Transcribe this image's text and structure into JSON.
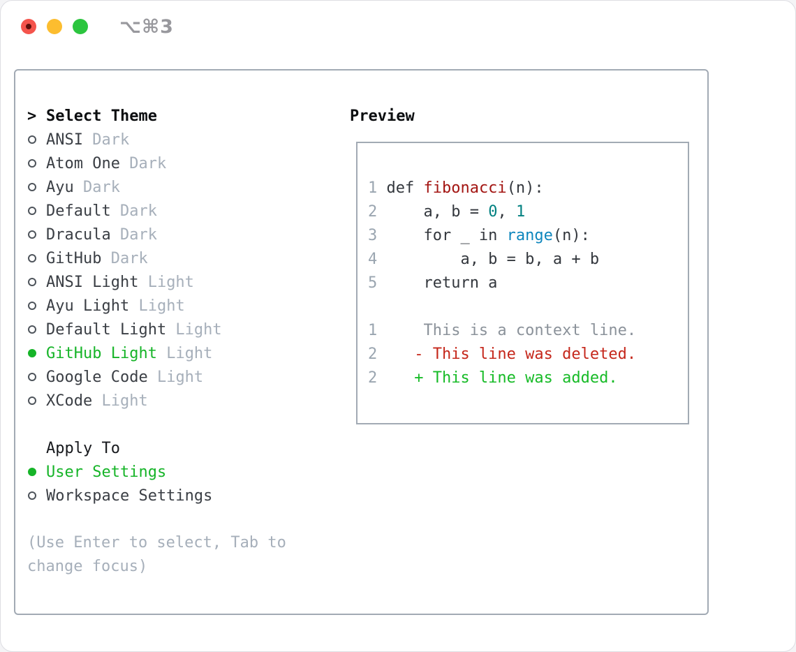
{
  "window": {
    "title": "⌥⌘3",
    "traffic_lights": {
      "close": "close-button",
      "minimize": "minimize-button",
      "zoom": "zoom-button"
    }
  },
  "theme_picker": {
    "cursor": ">",
    "title": "Select Theme",
    "items": [
      {
        "name": "ANSI",
        "variant": "Dark",
        "selected": false
      },
      {
        "name": "Atom One",
        "variant": "Dark",
        "selected": false
      },
      {
        "name": "Ayu",
        "variant": "Dark",
        "selected": false
      },
      {
        "name": "Default",
        "variant": "Dark",
        "selected": false
      },
      {
        "name": "Dracula",
        "variant": "Dark",
        "selected": false
      },
      {
        "name": "GitHub",
        "variant": "Dark",
        "selected": false
      },
      {
        "name": "ANSI Light",
        "variant": "Light",
        "selected": false
      },
      {
        "name": "Ayu Light",
        "variant": "Light",
        "selected": false
      },
      {
        "name": "Default Light",
        "variant": "Light",
        "selected": false
      },
      {
        "name": "GitHub Light",
        "variant": "Light",
        "selected": true
      },
      {
        "name": "Google Code",
        "variant": "Light",
        "selected": false
      },
      {
        "name": "XCode",
        "variant": "Light",
        "selected": false
      }
    ],
    "apply_to": {
      "label": "Apply To",
      "options": [
        {
          "label": "User Settings",
          "selected": true
        },
        {
          "label": "Workspace Settings",
          "selected": false
        }
      ]
    },
    "hint": "(Use Enter to select, Tab to change focus)"
  },
  "preview": {
    "label": "Preview",
    "lines": [
      {
        "num": "1",
        "segments": [
          {
            "style": "plain",
            "text": "def "
          },
          {
            "style": "function",
            "text": "fibonacci"
          },
          {
            "style": "plain",
            "text": "(n):"
          }
        ]
      },
      {
        "num": "2",
        "segments": [
          {
            "style": "plain",
            "text": "    a, b = "
          },
          {
            "style": "number",
            "text": "0"
          },
          {
            "style": "plain",
            "text": ", "
          },
          {
            "style": "number",
            "text": "1"
          }
        ]
      },
      {
        "num": "3",
        "segments": [
          {
            "style": "plain",
            "text": "    for _ in "
          },
          {
            "style": "builtin",
            "text": "range"
          },
          {
            "style": "plain",
            "text": "(n):"
          }
        ]
      },
      {
        "num": "4",
        "segments": [
          {
            "style": "plain",
            "text": "        a, b = b, a + b"
          }
        ]
      },
      {
        "num": "5",
        "segments": [
          {
            "style": "plain",
            "text": "    return a"
          }
        ]
      },
      {
        "num": "",
        "segments": []
      },
      {
        "num": "1",
        "segments": [
          {
            "style": "context",
            "text": "    This is a context line."
          }
        ]
      },
      {
        "num": "2",
        "segments": [
          {
            "style": "deleted",
            "text": "   - This line was deleted."
          }
        ]
      },
      {
        "num": "2",
        "segments": [
          {
            "style": "added",
            "text": "   + This line was added."
          }
        ]
      }
    ]
  },
  "colors": {
    "panel_border": "#a2aab4",
    "selection_green": "#16b428",
    "diff_added_green": "#17bb27",
    "diff_deleted_red": "#c5271b",
    "function_red": "#a31512",
    "number_teal": "#008080",
    "builtin_blue": "#0e86bd",
    "muted_gray": "#a6afba",
    "line_number_gray": "#9aa5b0",
    "traffic_red": "#f4544c",
    "traffic_yellow": "#fcbd2f",
    "traffic_green": "#2cc53f"
  }
}
